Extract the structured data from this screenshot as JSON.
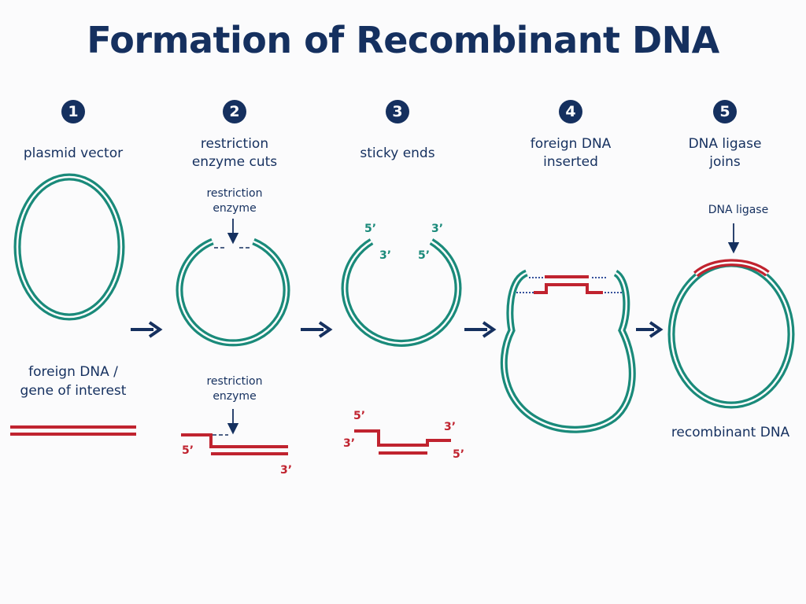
{
  "title": "Formation of Recombinant DNA",
  "colors": {
    "title": "#15305f",
    "plasmid": "#1a8a7a",
    "foreign_dna": "#c0232f",
    "arrow": "#15305f"
  },
  "steps": [
    {
      "number": "1",
      "label": "plasmid vector"
    },
    {
      "number": "2",
      "label": "restriction\nenzyme cuts"
    },
    {
      "number": "3",
      "label": "sticky ends"
    },
    {
      "number": "4",
      "label": "foreign DNA\ninserted"
    },
    {
      "number": "5",
      "label": "DNA ligase\njoins"
    }
  ],
  "labels": {
    "restriction_enzyme_top": "restriction\nenzyme",
    "restriction_enzyme_bottom": "restriction\nenzyme",
    "dna_ligase": "DNA ligase",
    "foreign_dna": "foreign DNA /\ngene of interest",
    "recombinant_dna": "recombinant DNA"
  },
  "ends": {
    "five_prime": "5’",
    "three_prime": "3’"
  }
}
